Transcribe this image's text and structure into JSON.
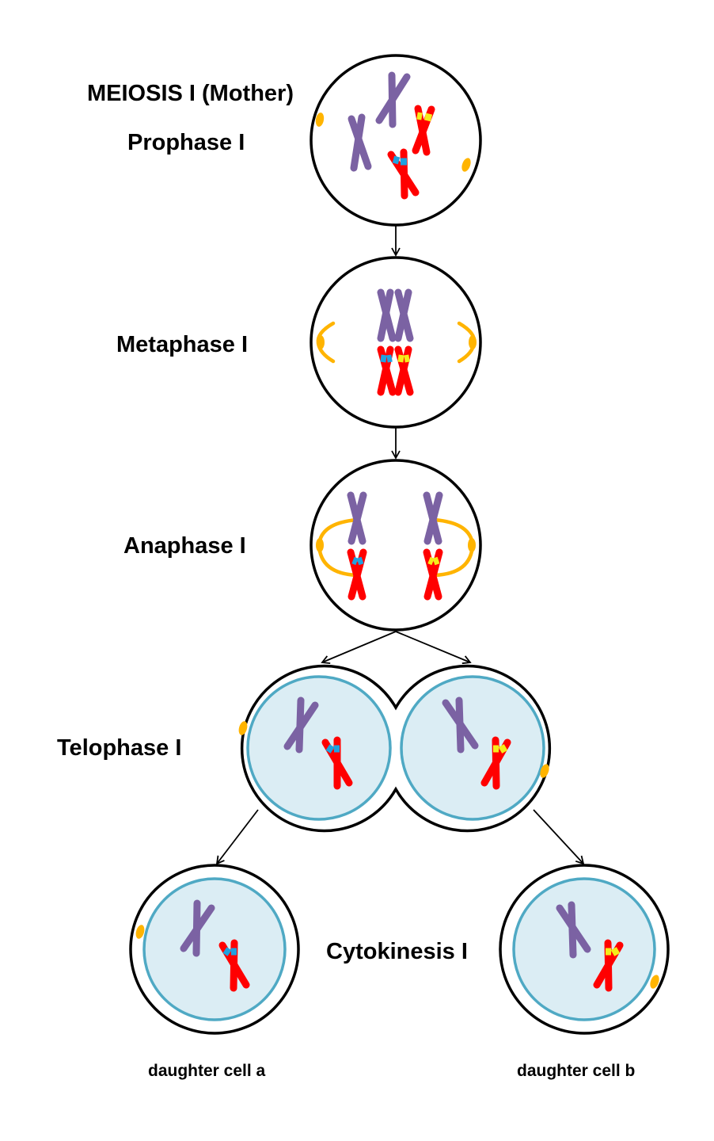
{
  "title": "MEIOSIS I (Mother)",
  "stages": [
    {
      "id": "prophase",
      "label": "Prophase I"
    },
    {
      "id": "metaphase",
      "label": "Metaphase I"
    },
    {
      "id": "anaphase",
      "label": "Anaphase I"
    },
    {
      "id": "telophase",
      "label": "Telophase I"
    },
    {
      "id": "cytokinesis",
      "label": "Cytokinesis I"
    }
  ],
  "daughter_labels": [
    "daughter cell a",
    "daughter cell b"
  ],
  "colors": {
    "outline": "#000000",
    "chromosome_maternal": "#7b62a3",
    "chromosome_paternal": "#ff0000",
    "band_blue": "#1fa2e0",
    "band_yellow": "#f5ec1a",
    "centrosome": "#ffb400",
    "nucleus_fill": "#dbedf4",
    "nucleus_stroke": "#4fa9c4"
  }
}
